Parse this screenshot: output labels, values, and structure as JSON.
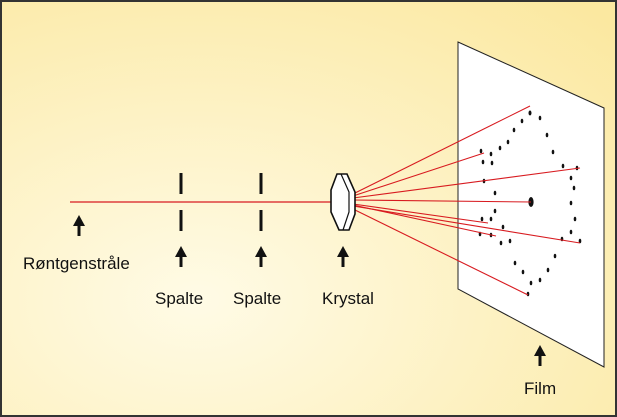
{
  "labels": {
    "beam": "Røntgenstråle",
    "slit1": "Spalte",
    "slit2": "Spalte",
    "crystal": "Krystal",
    "film": "Film"
  },
  "colors": {
    "background_center": "#fffbe6",
    "background_edge": "#fbe8a0",
    "frame": "#333333",
    "beam": "#d81b20",
    "ink": "#111111",
    "film": "#ffffff",
    "crystal": "#ffffff"
  },
  "icons": [
    "up-arrow-icon"
  ]
}
